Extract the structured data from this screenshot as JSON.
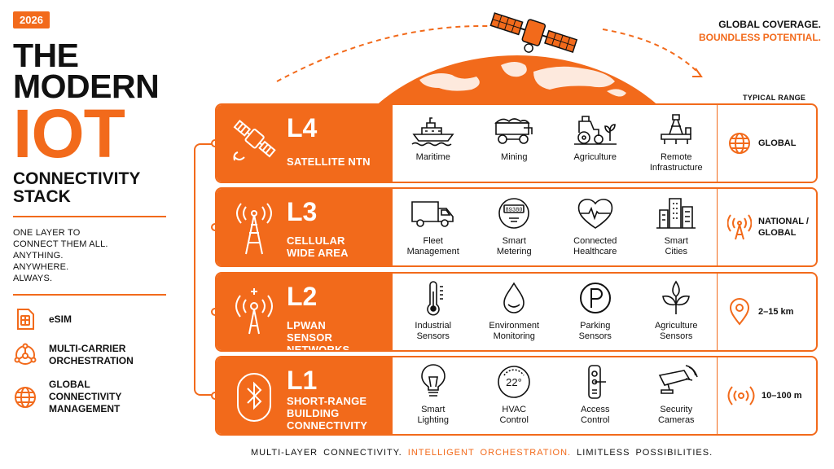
{
  "year": "2026",
  "title": {
    "line1": "THE",
    "line2": "MODERN",
    "line3": "IOT",
    "line4": "CONNECTIVITY",
    "line5": "STACK"
  },
  "tagline": [
    "ONE LAYER TO",
    "CONNECT THEM ALL.",
    "ANYTHING.",
    "ANYWHERE.",
    "ALWAYS."
  ],
  "features": [
    {
      "label": "eSIM",
      "icon": "sim-chip-icon"
    },
    {
      "label": "MULTI-CARRIER ORCHESTRATION",
      "icon": "network-nodes-icon"
    },
    {
      "label": "GLOBAL CONNECTIVITY MANAGEMENT",
      "icon": "globe-icon"
    }
  ],
  "coverage": {
    "line1": "GLOBAL COVERAGE.",
    "line2": "BOUNDLESS POTENTIAL."
  },
  "typical_range_header": "TYPICAL RANGE",
  "layers": [
    {
      "code": "L4",
      "name_lines": [
        "SATELLITE NTN"
      ],
      "icon": "satellite-icon",
      "uses": [
        {
          "label": "Maritime",
          "icon": "ship-icon"
        },
        {
          "label": "Mining",
          "icon": "mining-truck-icon"
        },
        {
          "label": "Agriculture",
          "icon": "tractor-icon"
        },
        {
          "label": "Remote Infrastructure",
          "icon": "oil-rig-icon"
        }
      ],
      "range": "GLOBAL",
      "range_icon": "globe-icon"
    },
    {
      "code": "L3",
      "name_lines": [
        "CELLULAR",
        "WIDE AREA"
      ],
      "icon": "cell-tower-icon",
      "uses": [
        {
          "label": "Fleet Management",
          "icon": "truck-icon"
        },
        {
          "label": "Smart Metering",
          "icon": "meter-icon",
          "meter_text": "89380"
        },
        {
          "label": "Connected Healthcare",
          "icon": "heart-pulse-icon"
        },
        {
          "label": "Smart Cities",
          "icon": "city-buildings-icon"
        }
      ],
      "range": "NATIONAL / GLOBAL",
      "range_icon": "signal-tower-icon"
    },
    {
      "code": "L2",
      "name_lines": [
        "LPWAN",
        "SENSOR NETWORKS"
      ],
      "icon": "antenna-icon",
      "uses": [
        {
          "label": "Industrial Sensors",
          "icon": "thermometer-icon"
        },
        {
          "label": "Environment Monitoring",
          "icon": "water-drop-icon"
        },
        {
          "label": "Parking Sensors",
          "icon": "parking-icon"
        },
        {
          "label": "Agriculture Sensors",
          "icon": "leaf-icon"
        }
      ],
      "range": "2–15 km",
      "range_icon": "location-pin-icon"
    },
    {
      "code": "L1",
      "name_lines": [
        "SHORT-RANGE",
        "BUILDING",
        "CONNECTIVITY"
      ],
      "icon": "bluetooth-icon",
      "uses": [
        {
          "label": "Smart Lighting",
          "icon": "light-bulb-icon"
        },
        {
          "label": "HVAC Control",
          "icon": "thermostat-icon",
          "thermostat_text": "22°"
        },
        {
          "label": "Access Control",
          "icon": "door-lock-icon"
        },
        {
          "label": "Security Cameras",
          "icon": "security-camera-icon"
        }
      ],
      "range": "10–100 m",
      "range_icon": "broadcast-icon"
    }
  ],
  "footer": {
    "part1": "MULTI-LAYER CONNECTIVITY.",
    "part2": "INTELLIGENT ORCHESTRATION.",
    "part3": "LIMITLESS POSSIBILITIES."
  },
  "colors": {
    "accent": "#f26a1b",
    "text": "#111111",
    "background": "#ffffff"
  }
}
